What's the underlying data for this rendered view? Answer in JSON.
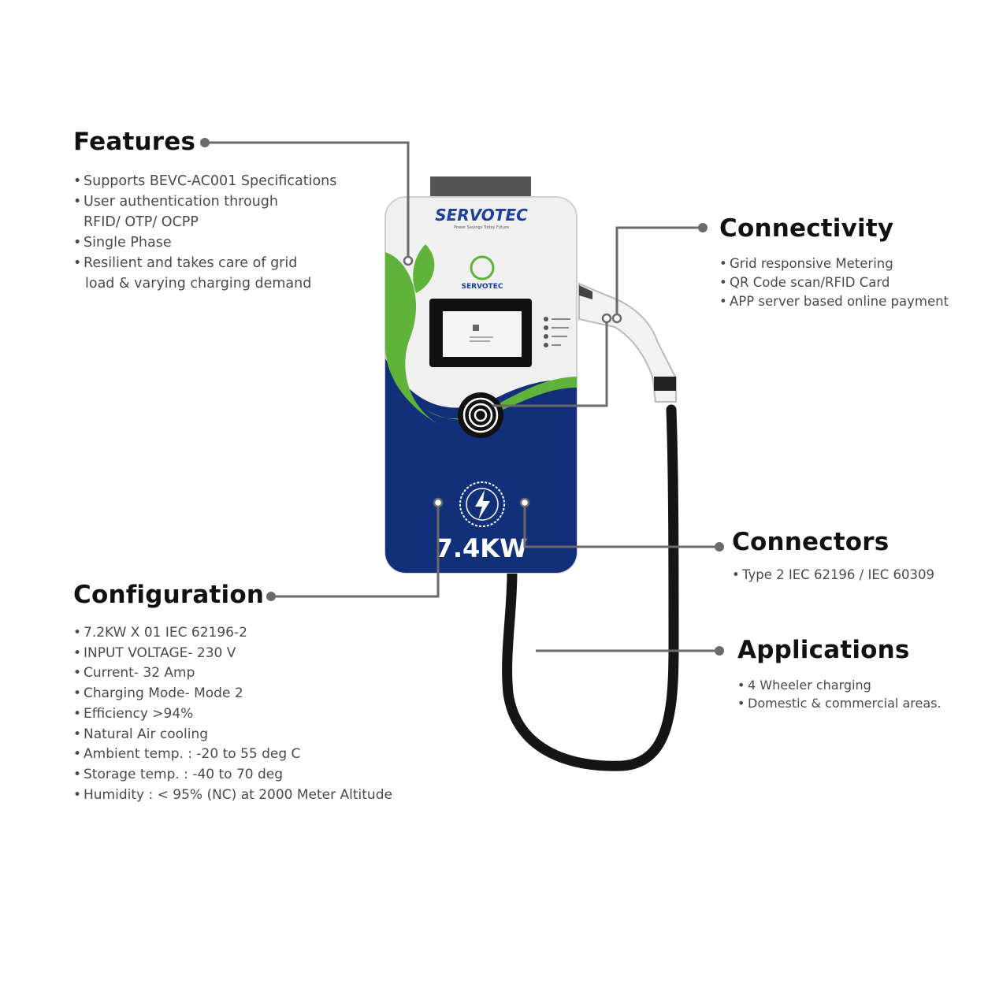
{
  "features": {
    "title": "Features",
    "items": [
      "Supports BEVC-AC001 Specifications",
      "User authentication through",
      "RFID/ OTP/ OCPP",
      "Single Phase",
      "Resilient and takes care of grid",
      "load & varying charging demand"
    ]
  },
  "connectivity": {
    "title": "Connectivity",
    "items": [
      "Grid responsive Metering",
      "QR Code scan/RFID Card",
      "APP server based online payment"
    ]
  },
  "connectors": {
    "title": "Connectors",
    "items": [
      "Type 2 IEC 62196 / IEC 60309"
    ]
  },
  "configuration": {
    "title": "Configuration",
    "items": [
      "7.2KW X 01 IEC 62196-2",
      "INPUT VOLTAGE- 230 V",
      "Current- 32 Amp",
      "Charging Mode- Mode 2",
      "Efficiency >94%",
      "Natural Air cooling",
      "Ambient temp. : -20 to 55 deg C",
      "Storage temp. : -40 to 70 deg",
      "Humidity : < 95% (NC) at 2000 Meter Altitude"
    ]
  },
  "applications": {
    "title": "Applications",
    "items": [
      "4 Wheeler charging",
      "Domestic & commercial areas."
    ]
  },
  "device": {
    "brand": "SERVOTEC",
    "tagline": "Power Savings Today Future",
    "rating": "7.4KW",
    "colors": {
      "navy": "#12307a",
      "green": "#5fb33a",
      "body": "#eeeeee"
    }
  }
}
